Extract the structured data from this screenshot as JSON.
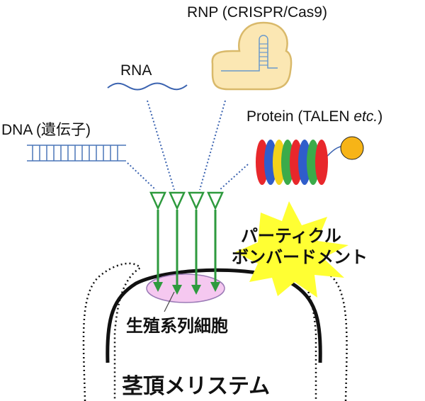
{
  "labels": {
    "rnp": "RNP (CRISPR/Cas9)",
    "rna": "RNA",
    "dna": "DNA (遺伝子)",
    "protein_prefix": "Protein (TALEN ",
    "protein_etc": "etc.",
    "protein_suffix": ")",
    "particle_bombardment_line1": "パーティクル",
    "particle_bombardment_line2": "ボンバードメント",
    "germ_cells": "生殖系列細胞",
    "shoot_apical_meristem": "茎頂メリステム"
  },
  "colors": {
    "dna_blue": "#4a76b8",
    "dotted_line_blue": "#3b63b0",
    "particle_arrow_green": "#2e9a3e",
    "rnp_fill": "#fbe7b3",
    "rnp_stroke": "#d9b96a",
    "germ_cell_fill": "#f5c8f0",
    "burst_yellow": "#ffff33",
    "protein_disc_colors": [
      "#e8272b",
      "#2f5dcb",
      "#f4d21a",
      "#3bab4a",
      "#e8272b",
      "#2f5dcb",
      "#3bab4a",
      "#e8272b"
    ],
    "protein_ball": "#f7b417"
  }
}
